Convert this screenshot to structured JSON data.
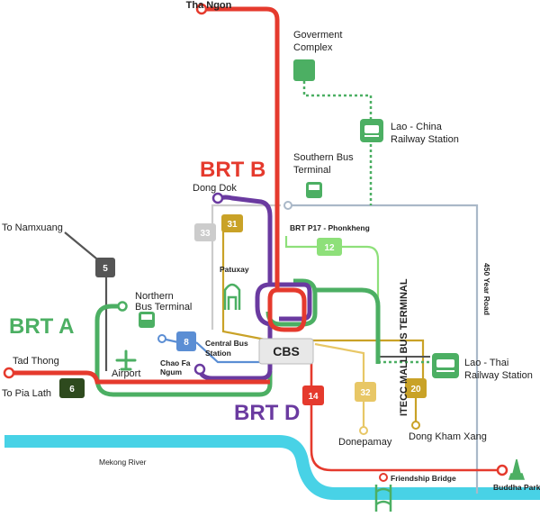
{
  "labels": {
    "tha_ngon": "Tha Ngon",
    "gov_line1": "Goverment",
    "gov_line2": "Complex",
    "lao_china_line1": "Lao - China",
    "lao_china_line2": "Railway Station",
    "southern_line1": "Southern Bus",
    "southern_line2": "Terminal",
    "dong_dok": "Dong Dok",
    "brt_p17": "BRT P17 - Phonkheng",
    "to_namxuang": "To Namxuang",
    "patuxay": "Patuxay",
    "northern_line1": "Northern",
    "northern_line2": "Bus Terminal",
    "tad_thong": "Tad Thong",
    "to_pia_lath": "To Pia Lath",
    "airport": "Airport",
    "chao_fa_line1": "Chao Fa",
    "chao_fa_line2": "Ngum",
    "central_line1": "Central Bus",
    "central_line2": "Station",
    "cbs": "CBS",
    "itecc": "ITECC MALL BUS TERMINAL",
    "road_450": "450 Year Road",
    "lao_thai_line1": "Lao - Thai",
    "lao_thai_line2": "Railway Station",
    "donepamay": "Donepamay",
    "dong_kham_xang": "Dong Kham Xang",
    "mekong": "Mekong River",
    "friendship": "Friendship Bridge",
    "buddha_park": "Buddha Park"
  },
  "brt": {
    "a": "BRT A",
    "b": "BRT B",
    "d": "BRT D"
  },
  "routes": {
    "r5": "5",
    "r6": "6",
    "r8": "8",
    "r12": "12",
    "r14": "14",
    "r20": "20",
    "r31": "31",
    "r32": "32",
    "r33": "33"
  },
  "colors": {
    "red": "#e53a2d",
    "green": "#4caf63",
    "purple": "#6a3aa0",
    "river": "#48d2e6",
    "gold": "#c9a227",
    "grey": "#555555",
    "dark_green": "#2e4a1e",
    "blue": "#5b8ed4",
    "light_green": "#8ee07a",
    "pale_gold": "#e8c766",
    "light_grey": "#cccccc",
    "blue_grey": "#aab8c8"
  }
}
